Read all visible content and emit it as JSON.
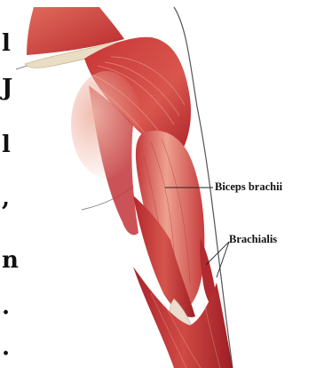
{
  "labels": {
    "biceps": "Biceps brachii",
    "brachialis": "Brachialis"
  },
  "left_margin_fragments": [
    "l",
    "J",
    "l",
    ",",
    "n",
    ".",
    "."
  ],
  "colors": {
    "muscle_dark": "#b8252b",
    "muscle_mid": "#cf3f3b",
    "muscle_light": "#e88b7e",
    "tendon": "#e9ddc4",
    "skin_outline": "#555555",
    "label_text": "#111111",
    "background": "#ffffff"
  }
}
